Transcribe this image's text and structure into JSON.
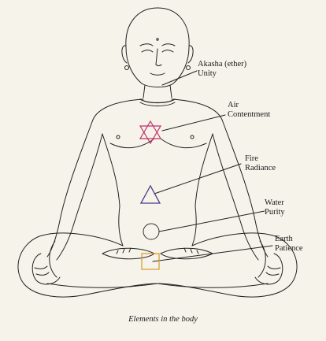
{
  "caption": "Elements in the body",
  "elements": [
    {
      "name": "Akasha (ether)",
      "quality": "Unity"
    },
    {
      "name": "Air",
      "quality": "Contentment"
    },
    {
      "name": "Fire",
      "quality": "Radiance"
    },
    {
      "name": "Water",
      "quality": "Purity"
    },
    {
      "name": "Earth",
      "quality": "Patience"
    }
  ],
  "colors": {
    "air_hexagram": "#c0306a",
    "fire_triangle": "#4a3a8a",
    "earth_square": "#d49a2a",
    "line": "#222222"
  }
}
